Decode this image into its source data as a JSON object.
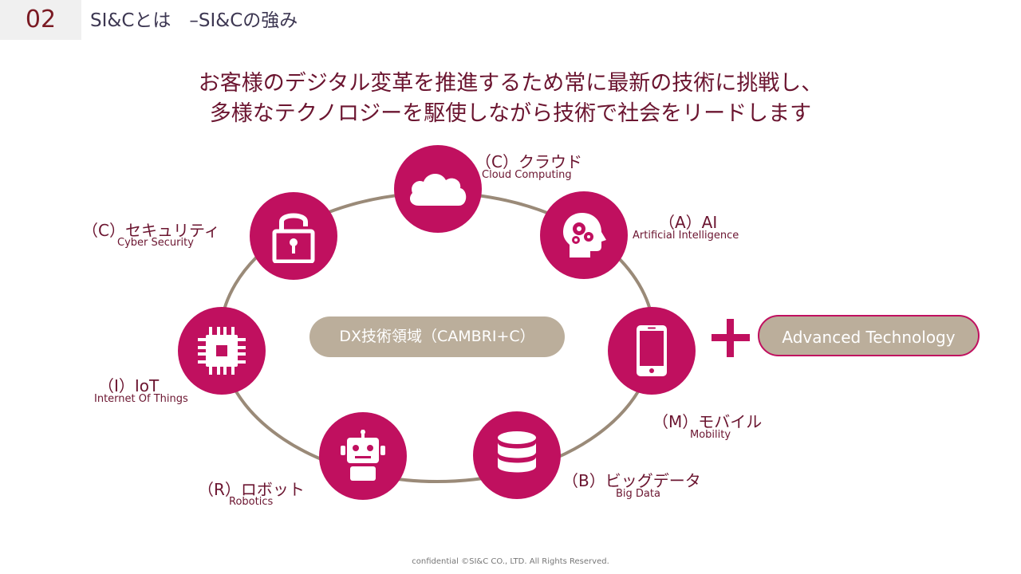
{
  "header": {
    "slide_number": "02",
    "title": "SI&Cとは　–SI&Cの強み"
  },
  "headline": {
    "line1": "お客様のデジタル変革を推進するため常に最新の技術に挑戦し、",
    "line2": "多様なテクノロジーを駆使しながら技術で社会をリードします"
  },
  "diagram": {
    "center_label": "DX技術領域（CAMBRI+C）",
    "ring_color": "#9a8a78",
    "node_color": "#c0105f",
    "nodes": [
      {
        "icon": "cloud-icon",
        "label": "（C）クラウド",
        "sub": "Cloud Computing"
      },
      {
        "icon": "brain-gears-icon",
        "label": "（A）AI",
        "sub": "Artificial Intelligence"
      },
      {
        "icon": "smartphone-icon",
        "label": "（M）モバイル",
        "sub": "Mobility"
      },
      {
        "icon": "database-icon",
        "label": "（B）ビッグデータ",
        "sub": "Big Data"
      },
      {
        "icon": "robot-icon",
        "label": "（R）ロボット",
        "sub": "Robotics"
      },
      {
        "icon": "chip-icon",
        "label": "（I）IoT",
        "sub": "Internet Of Things"
      },
      {
        "icon": "padlock-icon",
        "label": "（C）セキュリティ",
        "sub": "Cyber Security"
      }
    ],
    "plus_icon": "plus-icon",
    "advanced_label": "Advanced Technology"
  },
  "footer": {
    "text": "confidential  ©SI&C CO., LTD. All Rights Reserved."
  }
}
